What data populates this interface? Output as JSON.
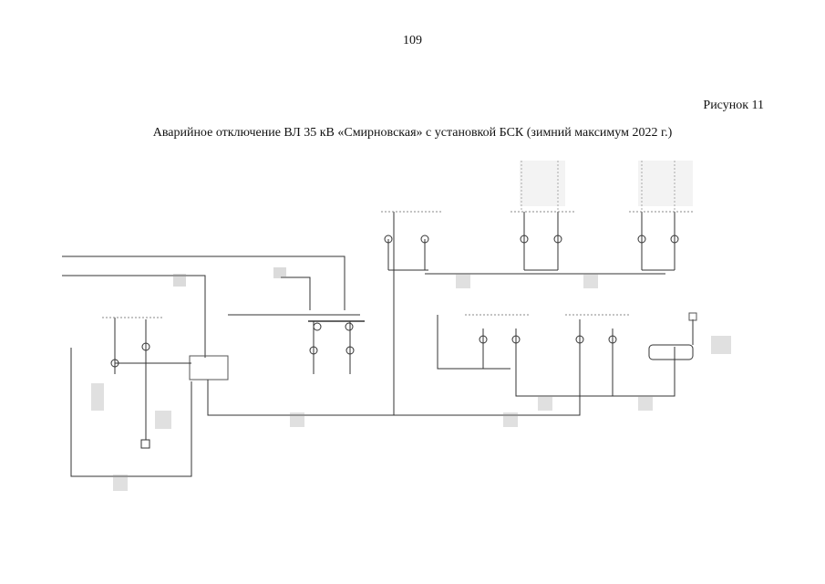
{
  "page": {
    "number": "109",
    "figure_label": "Рисунок 11",
    "figure_caption": "Аварийное отключение ВЛ 35 кВ «Смирновская» с установкой БСК (зимний максимум 2022 г.)"
  }
}
